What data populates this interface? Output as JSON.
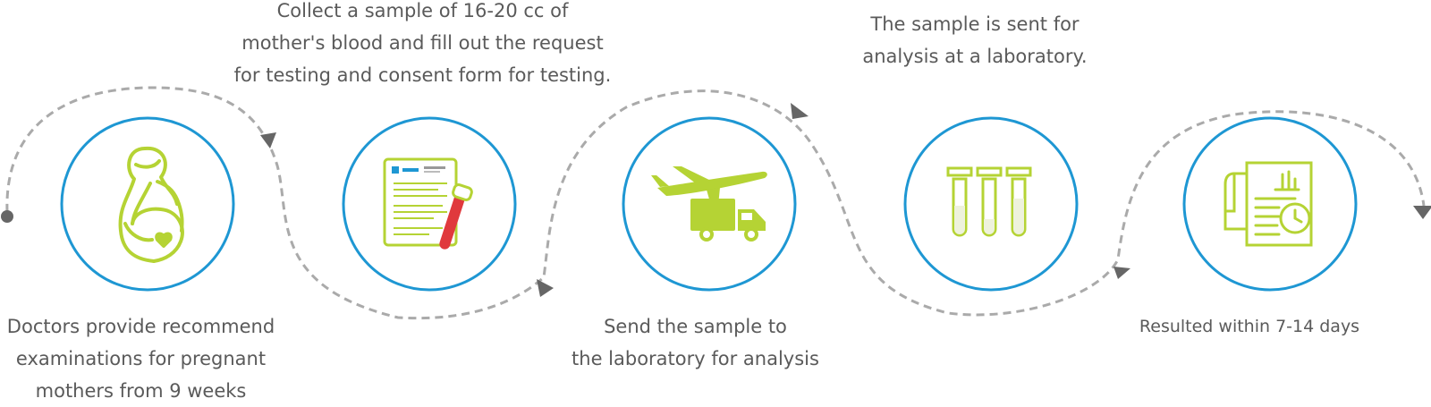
{
  "colors": {
    "circle_border": "#1e97d3",
    "icon_green": "#b5d334",
    "icon_red": "#e0393d",
    "connector": "#aaaaaa",
    "text": "#5a5a5a"
  },
  "steps": [
    {
      "icon": "pregnant-mother-icon",
      "caption_lines": [
        "Doctors provide recommend",
        "examinations for pregnant",
        "mothers from 9 weeks"
      ]
    },
    {
      "icon": "request-form-blood-tube-icon",
      "caption_lines": [
        "Collect a sample of 16-20 cc of",
        "mother's blood and fill out the request",
        "for testing and consent form for testing."
      ]
    },
    {
      "icon": "airplane-truck-icon",
      "caption_lines": [
        "Send the sample to",
        "the laboratory for analysis"
      ]
    },
    {
      "icon": "test-tubes-icon",
      "caption_lines": [
        "The sample is sent for",
        "analysis at a laboratory."
      ]
    },
    {
      "icon": "report-clock-icon",
      "caption_lines": [
        "Resulted within 7-14 days"
      ]
    }
  ]
}
